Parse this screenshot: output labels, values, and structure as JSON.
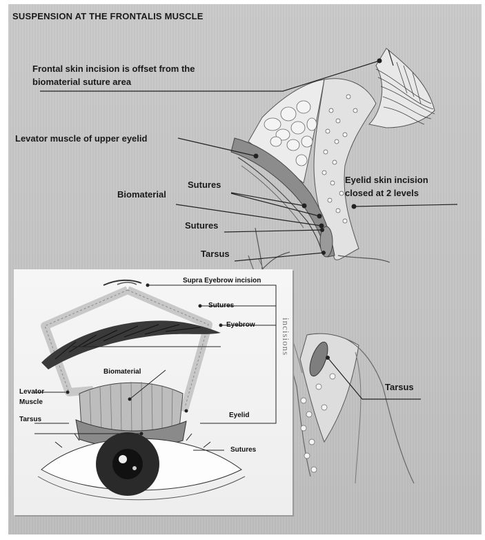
{
  "title": "SUSPENSION AT THE FRONTALIS MUSCLE",
  "labels": {
    "frontal_incision": [
      "Frontal skin incision is offset from the",
      "biomaterial suture area"
    ],
    "levator": "Levator muscle of upper eyelid",
    "sutures_top": "Sutures",
    "biomaterial": "Biomaterial",
    "sutures_mid": "Sutures",
    "tarsus_main": "Tarsus",
    "eyelid_incision": [
      "Eyelid skin incision",
      "closed at 2 levels"
    ],
    "tarsus_lower": "Tarsus"
  },
  "inset": {
    "supra": "Supra Eyebrow incision",
    "sutures_a": "Sutures",
    "eyebrow": "Eyebrow",
    "biomaterial": "Biomaterial",
    "levator": "Levator",
    "muscle": "Muscle",
    "tarsus": "Tarsus",
    "eyelid": "Eyelid",
    "sutures_b": "Sutures",
    "incisions": "incisions"
  }
}
